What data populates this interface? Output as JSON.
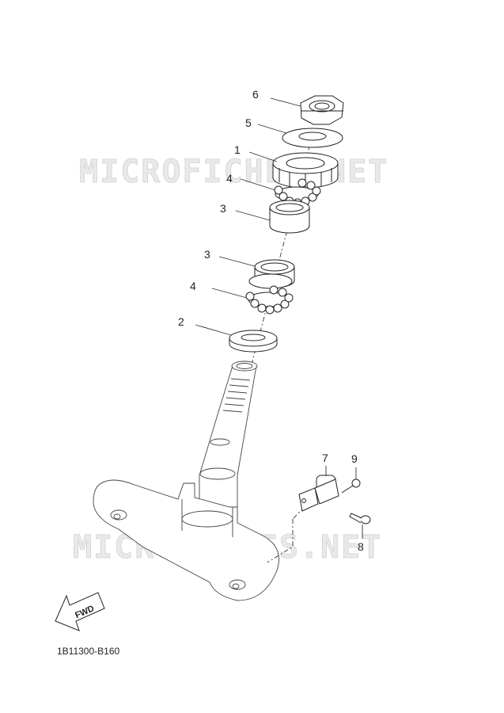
{
  "watermark": "MICROFICHES.NET",
  "diagram_code": "1B11300-B160",
  "fwd_label": "FWD",
  "callouts": {
    "c6": "6",
    "c5": "5",
    "c1": "1",
    "c4a": "4",
    "c3a": "3",
    "c3b": "3",
    "c4b": "4",
    "c2": "2",
    "c7": "7",
    "c9": "9",
    "c8": "8"
  }
}
